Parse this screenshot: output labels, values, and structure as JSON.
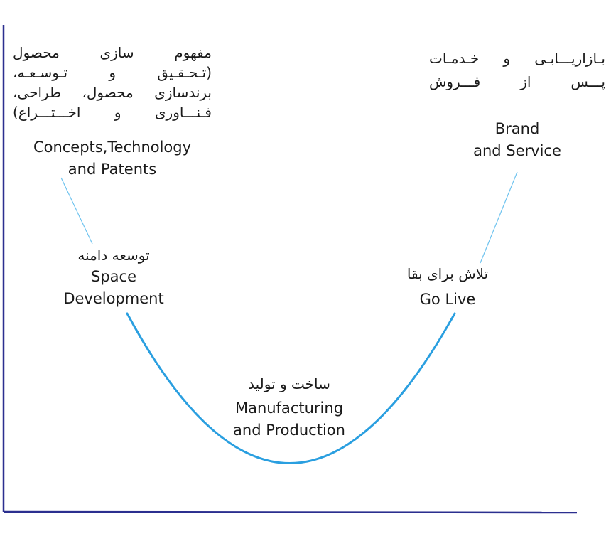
{
  "colors": {
    "curve": "#2a9fe0",
    "leader_line": "#6ec3ef",
    "axis": "#2b2f8f",
    "text": "#1a1a1a"
  },
  "stages": {
    "concepts": {
      "fa_lines": [
        "مفهوم سازی محصول",
        "(تـحـقـیق و تـوسـعـه،",
        "برندسازی محصول، طراحی،",
        "فـنـــاوری و اخـــتـــراع)"
      ],
      "en_lines": [
        "Concepts,Technology",
        "and Patents"
      ]
    },
    "space_development": {
      "fa": "توسعه دامنه",
      "en_lines": [
        "Space",
        "Development"
      ]
    },
    "manufacturing": {
      "fa": "ساخت و تولید",
      "en_lines": [
        "Manufacturing",
        "and Production"
      ]
    },
    "go_live": {
      "fa": "تلاش برای بقا",
      "en": "Go Live"
    },
    "brand": {
      "fa_lines": [
        "بـازاریـــابـی و خـدمـات",
        "پـــس از فـــروش"
      ],
      "en_lines": [
        "Brand",
        "and Service"
      ]
    }
  }
}
